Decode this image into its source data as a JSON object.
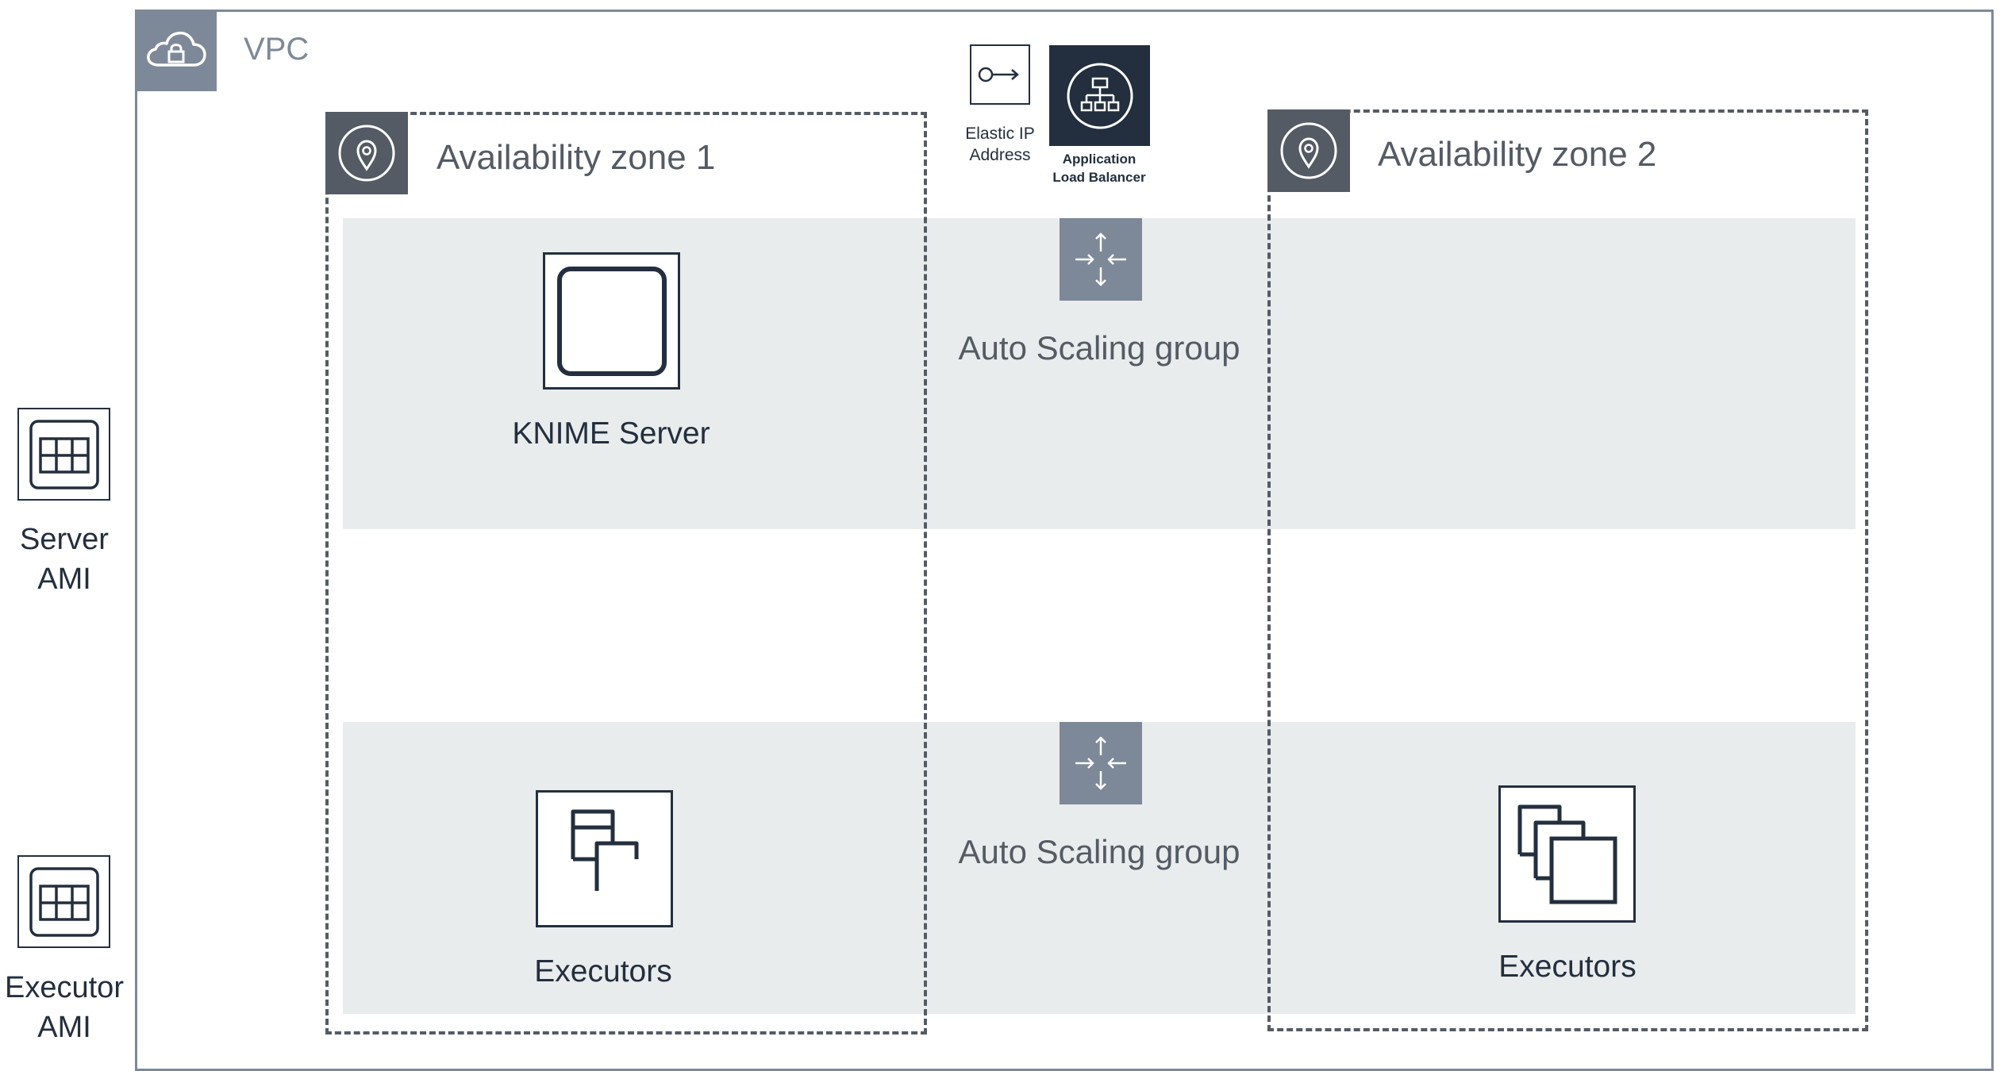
{
  "vpc": {
    "label": "VPC"
  },
  "zones": [
    {
      "label": "Availability zone 1"
    },
    {
      "label": "Availability zone 2"
    }
  ],
  "elastic_ip": {
    "label_line1": "Elastic IP",
    "label_line2": "Address"
  },
  "load_balancer": {
    "label_line1": "Application",
    "label_line2": "Load Balancer"
  },
  "autoscaling": [
    {
      "label": "Auto Scaling group"
    },
    {
      "label": "Auto Scaling group"
    }
  ],
  "knime_server": {
    "label": "KNIME Server"
  },
  "executors": [
    {
      "label": "Executors"
    },
    {
      "label": "Executors"
    }
  ],
  "server_ami": {
    "line1": "Server",
    "line2": "AMI"
  },
  "executor_ami": {
    "line1": "Executor",
    "line2": "AMI"
  },
  "colors": {
    "navy": "#232f3e",
    "grey": "#7d8998",
    "dark_grey": "#545b64",
    "band": "#e9ecec"
  },
  "icons": [
    "cloud-lock-icon",
    "location-pin-icon",
    "elastic-ip-icon",
    "load-balancer-icon",
    "autoscaling-icon",
    "instance-icon",
    "instances-icon",
    "ami-icon"
  ]
}
